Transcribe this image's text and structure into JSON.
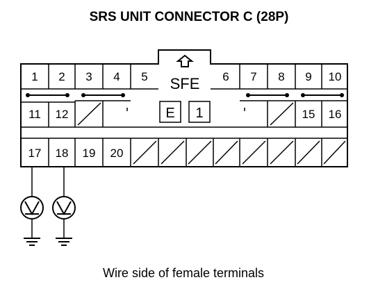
{
  "title": "SRS UNIT CONNECTOR C (28P)",
  "caption": "Wire side of female terminals",
  "connector": {
    "center_mark": "SFE",
    "codes": [
      "E",
      "1"
    ],
    "arrow_icon": "up-arrow-icon",
    "top_row": [
      "1",
      "2",
      "3",
      "4",
      "5",
      "6",
      "7",
      "8",
      "9",
      "10"
    ],
    "middle_row": [
      "11",
      "12",
      "15",
      "16"
    ],
    "bottom_row": [
      "17",
      "18",
      "19",
      "20"
    ]
  },
  "probes": [
    {
      "terminal": "17",
      "icon": "voltmeter-icon"
    },
    {
      "terminal": "18",
      "icon": "voltmeter-icon"
    }
  ]
}
